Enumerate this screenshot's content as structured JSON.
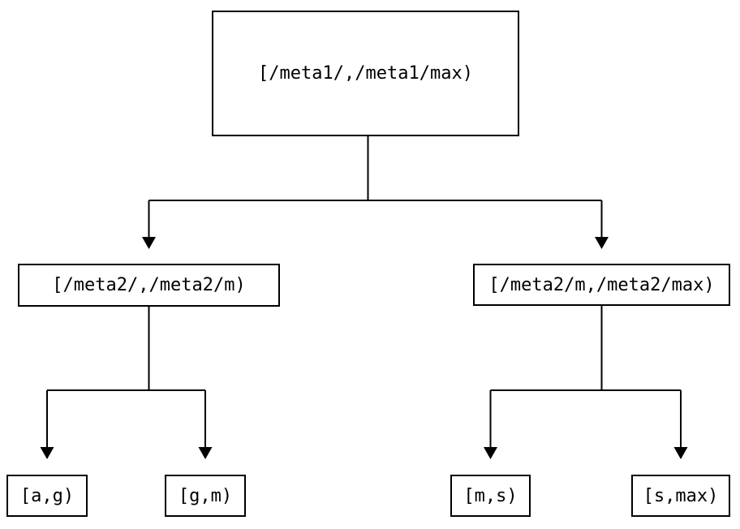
{
  "diagram": {
    "type": "tree",
    "description": "interval partition tree",
    "colors": {
      "background": "#ffffff",
      "line": "#000000",
      "text": "#000000",
      "node_fill": "#ffffff"
    },
    "nodes": {
      "root": {
        "label": "[/meta1/,/meta1/max)"
      },
      "left": {
        "label": "[/meta2/,/meta2/m)"
      },
      "right": {
        "label": "[/meta2/m,/meta2/max)"
      },
      "leaf_ag": {
        "label": "[a,g)"
      },
      "leaf_gm": {
        "label": "[g,m)"
      },
      "leaf_ms": {
        "label": "[m,s)"
      },
      "leaf_smax": {
        "label": "[s,max)"
      }
    },
    "edges": [
      {
        "from": "root",
        "to": "left"
      },
      {
        "from": "root",
        "to": "right"
      },
      {
        "from": "left",
        "to": "leaf_ag"
      },
      {
        "from": "left",
        "to": "leaf_gm"
      },
      {
        "from": "right",
        "to": "leaf_ms"
      },
      {
        "from": "right",
        "to": "leaf_smax"
      }
    ]
  }
}
